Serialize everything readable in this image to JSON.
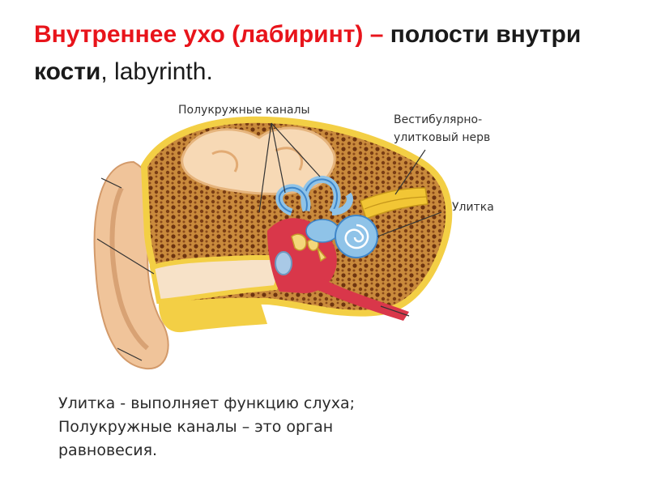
{
  "title": {
    "red": "Внутреннее ухо (лабиринт) – ",
    "black": "полости внутри кости",
    "comma": ", ",
    "latin": "labyrinth."
  },
  "labels": {
    "semicircular_canals": "Полукружные каналы",
    "vestibulocochlear_nerve_line1": "Вестибулярно-",
    "vestibulocochlear_nerve_line2": "улитковый нерв",
    "cochlea": "Улитка"
  },
  "caption": {
    "line1": "Улитка - выполняет функцию слуха;",
    "line2": "Полукружные каналы – это орган",
    "line3": "равновесия."
  },
  "colors": {
    "title_accent": "#e8141b",
    "skin": "#f0c49a",
    "bone_texture": "#9c5a1e",
    "bone_border": "#f3cf45",
    "labyrinth": "#8fc3e8",
    "nerve": "#f2c635",
    "canal_red": "#d9374a"
  }
}
